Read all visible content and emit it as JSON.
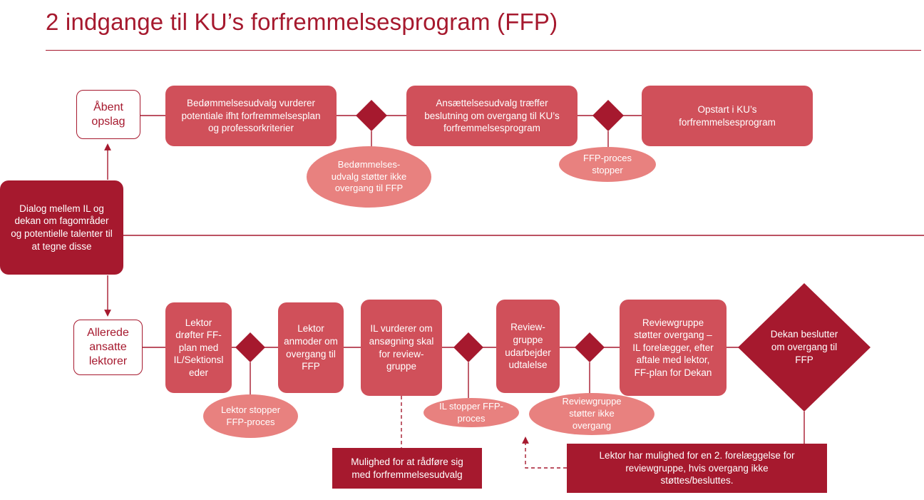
{
  "title": "2 indgange til KU’s forfremmelsesprogram (FFP)",
  "colors": {
    "dark": "#a6192e",
    "medium": "#d0505a",
    "light": "#e8817f"
  },
  "top_flow": {
    "entry": "Åbent opslag",
    "assessment": "Bedømmelsesudvalg vurderer potentiale ifht forfremmelsesplan og professorkriterier",
    "assessment_stop": "Bedømmelses-udvalg støtter ikke overgang til FFP",
    "hiring": "Ansættelsesudvalg træffer beslutning om overgang til KU’s forfremmelsesprogram",
    "hiring_stop": "FFP-proces stopper",
    "start": "Opstart i KU’s forfremmelsesprogram"
  },
  "dialog": "Dialog mellem IL og dekan om fagområder og potentielle talenter til at tegne disse",
  "bottom_flow": {
    "entry": "Allerede ansatte lektorer",
    "discuss": "Lektor drøfter FF-plan med IL/Sektionsleder",
    "discuss_stop": "Lektor stopper FFP-proces",
    "request": "Lektor anmoder om overgang til FFP",
    "assess": "IL vurderer om ansøgning skal for review-gruppe",
    "assess_stop": "IL stopper FFP-proces",
    "statement": "Review-gruppe udarbejder udtalelse",
    "statement_stop": "Reviewgruppe støtter ikke overgang",
    "support": "Reviewgruppe støtter overgang – IL forelægger, efter aftale med lektor, FF-plan for Dekan",
    "decision": "Dekan beslutter om overgang til FFP"
  },
  "notes": {
    "advisory": "Mulighed for at rådføre sig med forfremmelsesudvalg",
    "second_presentation": "Lektor har mulighed for en 2. forelæggelse for reviewgruppe, hvis overgang ikke støttes/besluttes."
  }
}
